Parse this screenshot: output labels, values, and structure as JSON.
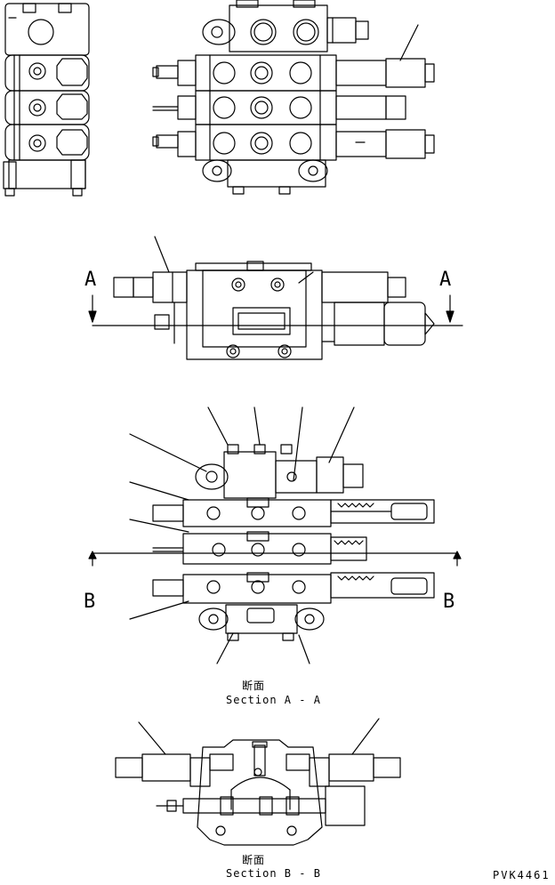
{
  "drawing_id": "PVK4461",
  "sections": [
    {
      "title_jp": "断面",
      "title_en": "Section A - A"
    },
    {
      "title_jp": "断面",
      "title_en": "Section B - B"
    }
  ],
  "cut_markers": {
    "a": "A",
    "b": "B"
  },
  "colors": {
    "line": "#000000",
    "background": "#ffffff"
  }
}
